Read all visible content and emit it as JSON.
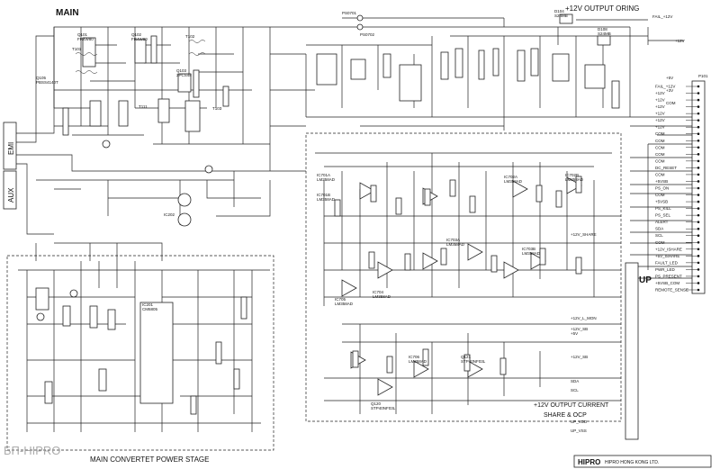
{
  "titles": {
    "main": "MAIN",
    "output_oring": "+12V OUTPUT ORING",
    "output_current": "+12V OUTPUT CURRENT",
    "share_ocp": "SHARE & OCP",
    "main_converter": "MAIN CONVERTET POWER STAGE",
    "up": "UP",
    "emi": "EMI",
    "aux": "AUX"
  },
  "watermark": "БП-HIPRO",
  "footer_logo": "HIPRO",
  "footer_company": "HIPRO HONG KONG LTD.",
  "rails": {
    "v12": "+12V",
    "v5": "+5V",
    "v3": "+3V",
    "v5sb": "+5VSB",
    "fail": "FAIL_+12V",
    "gnd": "COM"
  },
  "connector": {
    "name": "P101",
    "pins": [
      "FAIL_+12V",
      "+12V",
      "+12V",
      "+12V",
      "+12V",
      "+12V",
      "+12V",
      "COM",
      "COM",
      "COM",
      "COM",
      "COM",
      "DC_RESET",
      "COM",
      "+5VSB",
      "PS_ON",
      "COM",
      "+5VSB",
      "PS_KILL",
      "PS_SEL",
      "ALERT",
      "SDA",
      "SCL",
      "COM",
      "+12V_ISHARE",
      "+5V_ISHARE",
      "FAULT_LED",
      "PWR_LED",
      "PS_PRESENT",
      "+5VSB_COM",
      "REMOTE_SENSE"
    ]
  },
  "side_labels": [
    "+12V_SHARE",
    "+12V_L_MON",
    "+12V_SB",
    "+5V",
    "+12V_SB",
    "SDA",
    "SCL",
    "UP_VDD",
    "UP_VSS"
  ],
  "components": [
    {
      "id": "Q101",
      "val": "FR4W80"
    },
    {
      "id": "Q102",
      "val": "FR4W80"
    },
    {
      "id": "Q103",
      "val": "2PCS48"
    },
    {
      "id": "Q105",
      "val": "PBSS4140T"
    },
    {
      "id": "T101",
      "val": ""
    },
    {
      "id": "T102",
      "val": ""
    },
    {
      "id": "T103",
      "val": ""
    },
    {
      "id": "T111",
      "val": ""
    },
    {
      "id": "IC201",
      "val": "CM6805"
    },
    {
      "id": "IC202",
      "val": ""
    },
    {
      "id": "IC701A",
      "val": "LM358AD"
    },
    {
      "id": "IC701B",
      "val": "LM358AD"
    },
    {
      "id": "IC702A",
      "val": "LM358AD"
    },
    {
      "id": "IC702B",
      "val": "LM358AD"
    },
    {
      "id": "IC703A",
      "val": "LM358AD"
    },
    {
      "id": "IC703B",
      "val": "LM358AD"
    },
    {
      "id": "IC704",
      "val": "LM358AD"
    },
    {
      "id": "IC705",
      "val": "LM358AD"
    },
    {
      "id": "IC706",
      "val": "LM358AD"
    },
    {
      "id": "Q120",
      "val": "STP40NF03L"
    },
    {
      "id": "Q121",
      "val": "STP40NF03L"
    },
    {
      "id": "D104",
      "val": "S24MB"
    },
    {
      "id": "D108",
      "val": "S24MB"
    },
    {
      "id": "PS0701",
      "val": ""
    },
    {
      "id": "PS0702",
      "val": ""
    }
  ]
}
